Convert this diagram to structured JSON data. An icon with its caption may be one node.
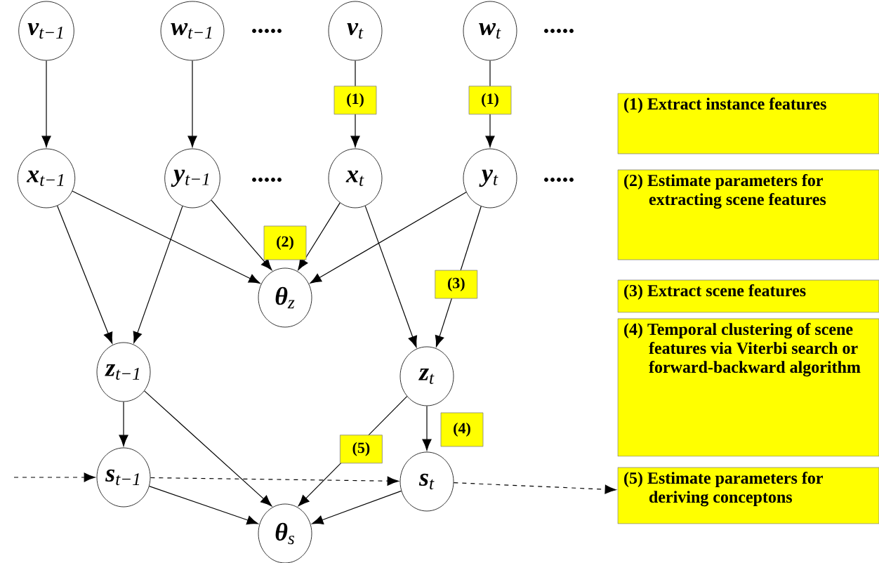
{
  "diagram": {
    "nodes": [
      {
        "text": [
          "**v**$_{t−1}$"
        ]
      },
      {
        "text": [
          "**w**$_{t−1}$"
        ]
      },
      {
        "text": [
          "**v**$_{t}$"
        ]
      },
      {
        "text": [
          "**w**$_{t}$"
        ]
      },
      {
        "text": [
          "**x**$_{t−1}$"
        ]
      },
      {
        "text": [
          "**y**$_{t−1}$"
        ]
      },
      {
        "text": [
          "**x**$_{t}$"
        ]
      },
      {
        "text": [
          "**y**$_{t}$"
        ]
      },
      {
        "text": [
          "**θ**$_{z}$"
        ]
      },
      {
        "text": [
          "**z**$_{t−1}$"
        ]
      },
      {
        "text": [
          "**z**$_{t}$"
        ]
      },
      {
        "text": [
          "**s**$_{t−1}$"
        ]
      },
      {
        "text": [
          "**s**$_{t}$"
        ]
      },
      {
        "text": [
          "**θ**$_{s}$"
        ]
      },
      {
        "text": [
          "(1) Extract instance features"
        ]
      },
      {
        "text": [
          "(2) Estimate parameters for extracting scene features"
        ]
      },
      {
        "text": [
          "(3) Extract scene features"
        ]
      },
      {
        "text": [
          "(4) Temporal clustering of scene features via Viterbi search or forward-backward algorithm"
        ]
      },
      {
        "text": [
          "(5) Estimate parameters for deriving conceptons"
        ]
      }
    ],
    "edges": [
      {
        "from": 0,
        "to": 4,
        "arrow": "to"
      },
      {
        "from": 1,
        "to": 5,
        "arrow": "to"
      },
      {
        "from": 2,
        "to": 6,
        "arrow": "to",
        "label": "(1)"
      },
      {
        "from": 3,
        "to": 7,
        "arrow": "to",
        "label": "(1)"
      },
      {
        "from": 4,
        "to": 8,
        "arrow": "to"
      },
      {
        "from": 5,
        "to": 8,
        "arrow": "to"
      },
      {
        "from": 6,
        "to": 8,
        "arrow": "to"
      },
      {
        "from": 7,
        "to": 8,
        "arrow": "to"
      },
      {
        "from": 4,
        "to": 9,
        "arrow": "to"
      },
      {
        "from": 5,
        "to": 9,
        "arrow": "to"
      },
      {
        "from": 6,
        "to": 10,
        "arrow": "to"
      },
      {
        "from": 7,
        "to": 10,
        "arrow": "to",
        "label": "(3)"
      },
      {
        "from": 9,
        "to": 11,
        "arrow": "to"
      },
      {
        "from": 9,
        "to": 13,
        "arrow": "to"
      },
      {
        "from": 10,
        "to": 12,
        "arrow": "to"
      },
      {
        "from": 10,
        "to": 13,
        "arrow": "to",
        "label": "(5)"
      },
      {
        "from": 11,
        "to": 13,
        "arrow": "to"
      },
      {
        "from": 12,
        "to": 13,
        "arrow": "to"
      },
      {
        "from": null,
        "to": 11,
        "arrow": "to",
        "style": "dashed"
      },
      {
        "from": 11,
        "to": 12,
        "arrow": "to",
        "style": "dashed"
      },
      {
        "from": 12,
        "to": 18,
        "arrow": "to",
        "style": "dashed"
      }
    ],
    "labels": [
      ".....",
      ".....",
      ".....",
      ".....",
      "(2)",
      "(4)"
    ]
  }
}
